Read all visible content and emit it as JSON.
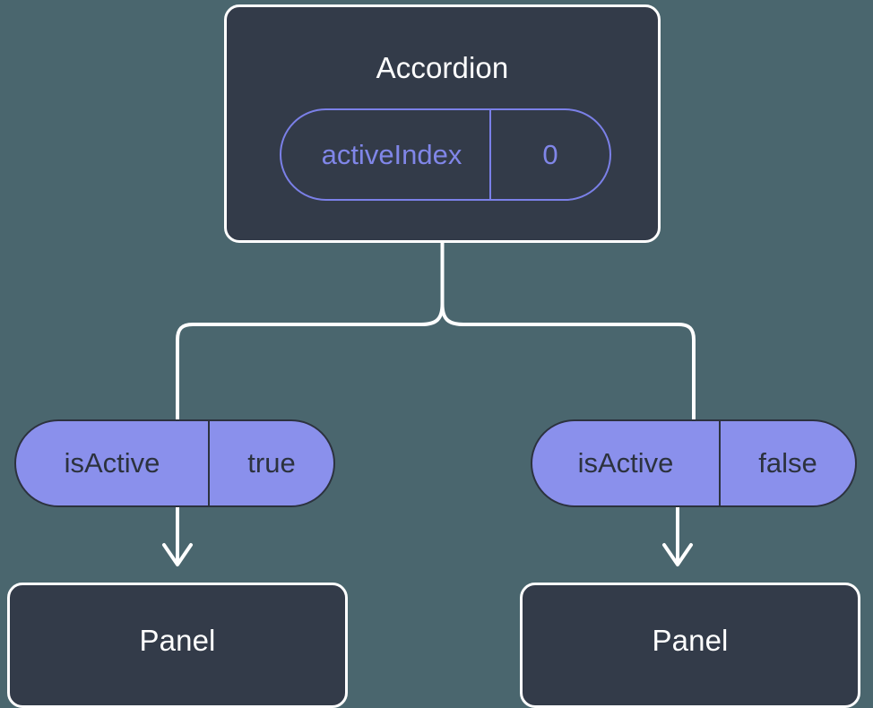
{
  "theme": {
    "background": "#4a666e",
    "card_fill": "#333b49",
    "card_border": "#ffffff",
    "pill_fill": "#8a90ec",
    "pill_border": "#2c323e",
    "pill_outline_stroke": "#7b80e8",
    "pill_outline_text": "#8086e8",
    "connector": "#ffffff",
    "title_text": "#ffffff",
    "pill_text": "#2c323e"
  },
  "diagram": {
    "type": "component-state-tree",
    "root": {
      "title": "Accordion",
      "prop": {
        "key": "activeIndex",
        "value": "0"
      }
    },
    "children": [
      {
        "side": "left",
        "prop": {
          "key": "isActive",
          "value": "true"
        },
        "node": {
          "title": "Panel"
        }
      },
      {
        "side": "right",
        "prop": {
          "key": "isActive",
          "value": "false"
        },
        "node": {
          "title": "Panel"
        }
      }
    ]
  }
}
